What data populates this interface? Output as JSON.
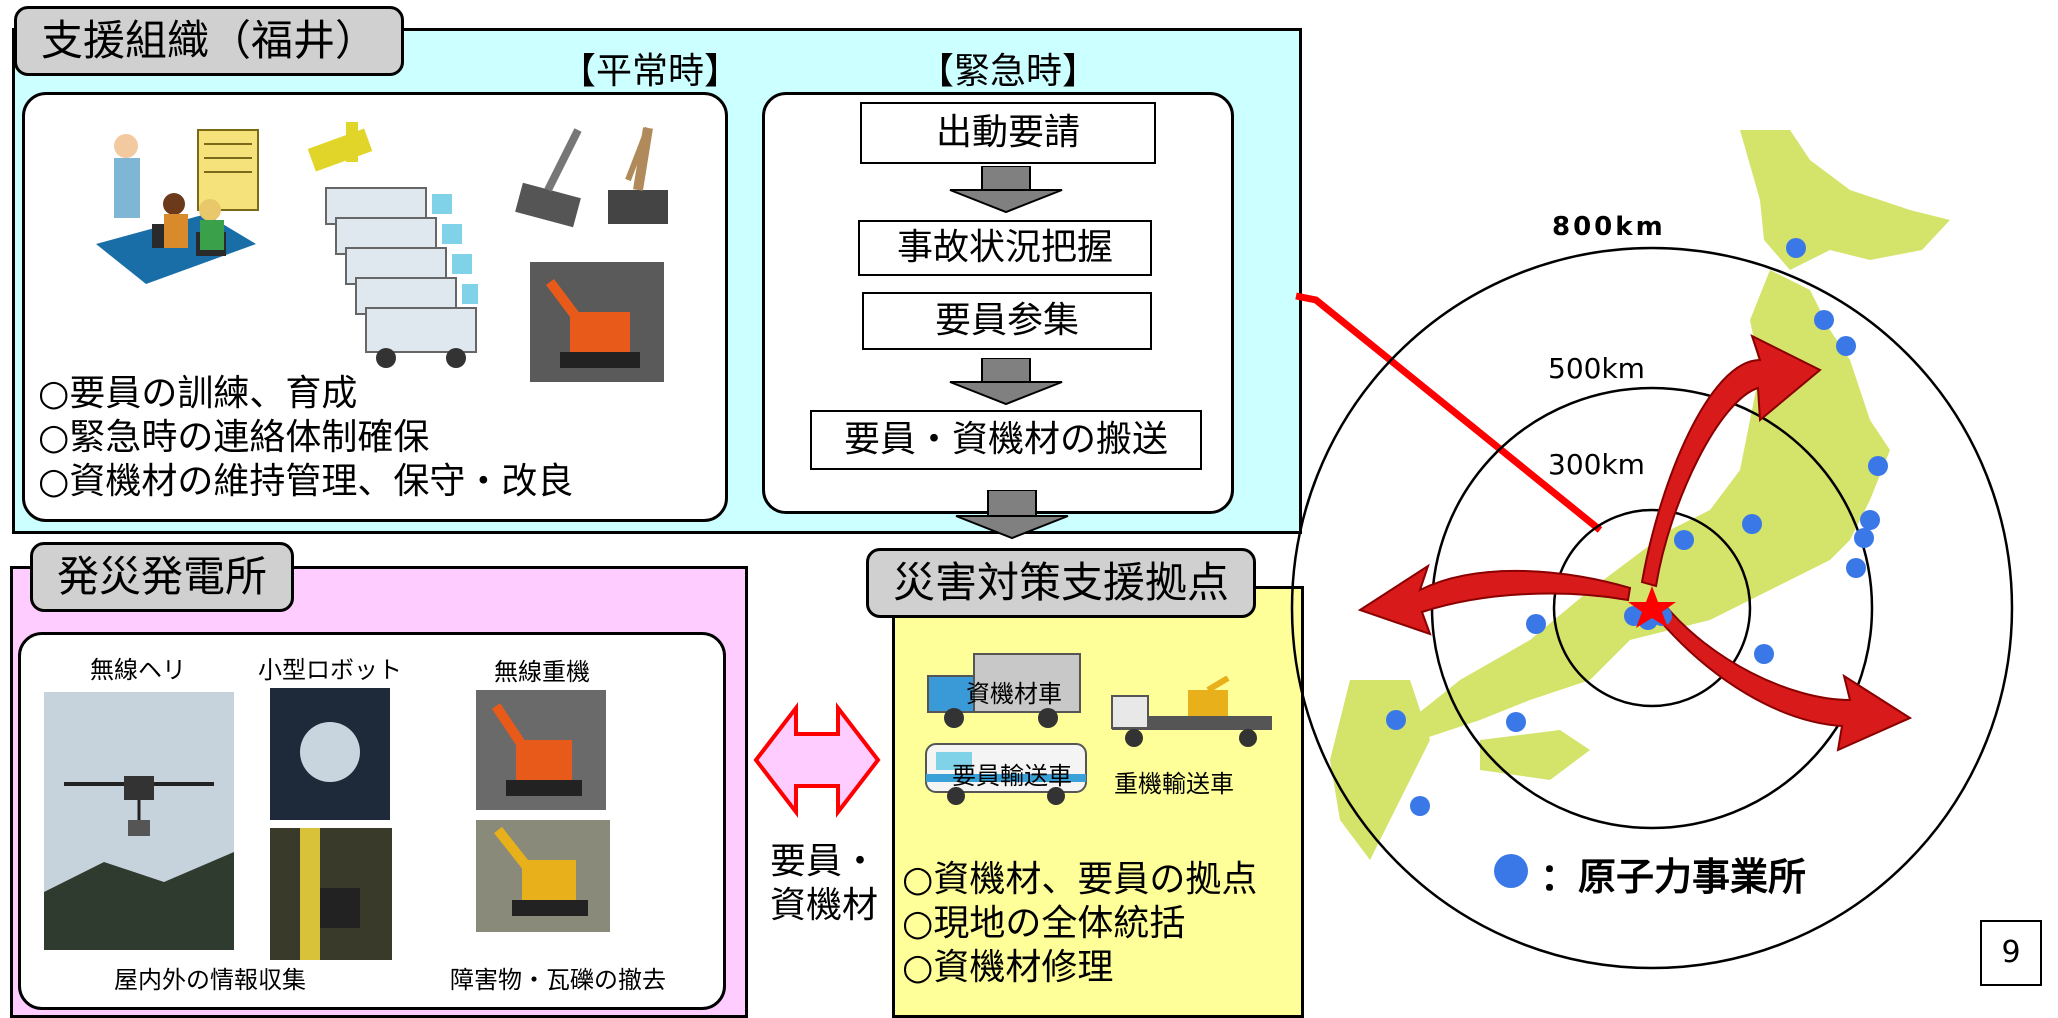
{
  "support_org": {
    "title": "支援組織（福井）",
    "normal_label": "【平常時】",
    "emergency_label": "【緊急時】",
    "normal_items": [
      "○要員の訓練、育成",
      "○緊急時の連絡体制確保",
      "○資機材の維持管理、保守・改良"
    ],
    "flow_steps": [
      "出動要請",
      "事故状況把握",
      "要員参集",
      "要員・資機材の搬送"
    ]
  },
  "plant": {
    "title": "発災発電所",
    "labels": {
      "drone": "無線ヘリ",
      "robot": "小型ロボット",
      "machine": "無線重機",
      "info": "屋内外の情報収集",
      "debris": "障害物・瓦礫の撤去"
    }
  },
  "transfer_label": [
    "要員・",
    "資機材"
  ],
  "base": {
    "title": "災害対策支援拠点",
    "vehicles": [
      "資機材車",
      "要員輸送車",
      "重機輸送車"
    ],
    "items": [
      "○資機材、要員の拠点",
      "○現地の全体統括",
      "○資機材修理"
    ]
  },
  "map": {
    "ring_labels": [
      "800km",
      "500km",
      "300km"
    ],
    "legend_text": "：原子力事業所",
    "marker_color": "#3b78e7",
    "land_color": "#d4e36a"
  },
  "page_number": "9"
}
